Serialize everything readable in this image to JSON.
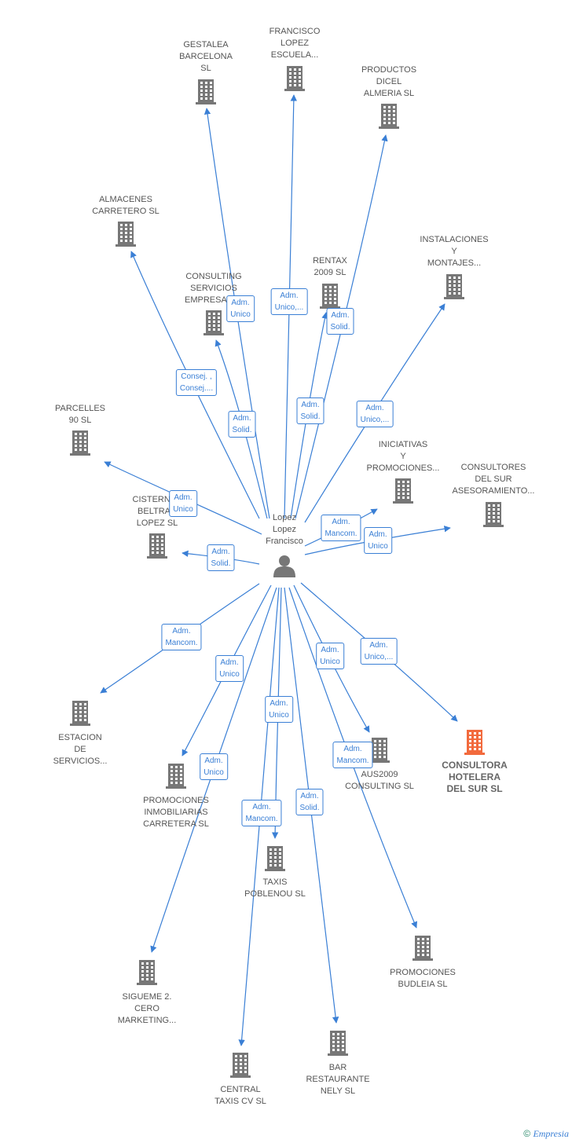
{
  "person": {
    "name": "Lopez\nLopez\nFrancisco"
  },
  "companies": [
    {
      "id": "gestalea",
      "label": "GESTALEA\nBARCELONA\nSL"
    },
    {
      "id": "francisco",
      "label": "FRANCISCO\nLOPEZ\nESCUELA..."
    },
    {
      "id": "productos",
      "label": "PRODUCTOS\nDICEL\nALMERIA  SL"
    },
    {
      "id": "almacenes",
      "label": "ALMACENES\nCARRETERO SL"
    },
    {
      "id": "consulting",
      "label": "CONSULTING\nSERVICIOS\nEMPRESARI..."
    },
    {
      "id": "rentax",
      "label": "RENTAX\n2009 SL"
    },
    {
      "id": "instalaciones",
      "label": "INSTALACIONES\nY\nMONTAJES..."
    },
    {
      "id": "parcelles",
      "label": "PARCELLES\n90  SL"
    },
    {
      "id": "iniciativas",
      "label": "INICIATIVAS\nY\nPROMOCIONES..."
    },
    {
      "id": "consultores",
      "label": "CONSULTORES\nDEL SUR\nASESORAMIENTO..."
    },
    {
      "id": "cisternas",
      "label": "CISTERNAS\nBELTRAN\nLOPEZ  SL"
    },
    {
      "id": "estacion",
      "label": "ESTACION\nDE\nSERVICIOS..."
    },
    {
      "id": "promo_inmo",
      "label": "PROMOCIONES\nINMOBILIARIAS\nCARRETERA SL"
    },
    {
      "id": "aus",
      "label": "AUS2009\nCONSULTING SL"
    },
    {
      "id": "hotelera",
      "label": "CONSULTORA\nHOTELERA\nDEL SUR  SL",
      "highlight": true
    },
    {
      "id": "taxis_pob",
      "label": "TAXIS\nPOBLENOU  SL"
    },
    {
      "id": "sigueme",
      "label": "SIGUEME 2.\nCERO\nMARKETING..."
    },
    {
      "id": "budleia",
      "label": "PROMOCIONES\nBUDLEIA SL"
    },
    {
      "id": "central",
      "label": "CENTRAL\nTAXIS CV  SL"
    },
    {
      "id": "bar",
      "label": "BAR\nRESTAURANTE\nNELY SL"
    }
  ],
  "relations": [
    {
      "target": "gestalea",
      "label": "Adm.\nUnico"
    },
    {
      "target": "francisco",
      "label": "Adm.\nUnico,..."
    },
    {
      "target": "productos",
      "label": "Adm.\nSolid."
    },
    {
      "target": "almacenes",
      "label": "Consej. ,\nConsej...."
    },
    {
      "target": "consulting",
      "label": "Adm.\nSolid."
    },
    {
      "target": "rentax",
      "label": "Adm.\nSolid."
    },
    {
      "target": "instalaciones",
      "label": "Adm.\nUnico,..."
    },
    {
      "target": "parcelles",
      "label": "Adm.\nUnico"
    },
    {
      "target": "iniciativas",
      "label": "Adm.\nMancom."
    },
    {
      "target": "consultores",
      "label": "Adm.\nUnico"
    },
    {
      "target": "cisternas",
      "label": "Adm.\nSolid."
    },
    {
      "target": "estacion",
      "label": "Adm.\nMancom."
    },
    {
      "target": "promo_inmo",
      "label": "Adm.\nUnico"
    },
    {
      "target": "aus",
      "label": "Adm.\nUnico"
    },
    {
      "target": "hotelera",
      "label": "Adm.\nUnico,..."
    },
    {
      "target": "taxis_pob",
      "label": "Adm.\nUnico"
    },
    {
      "target": "sigueme",
      "label": "Adm.\nUnico"
    },
    {
      "target": "budleia",
      "label": "Adm.\nMancom."
    },
    {
      "target": "central",
      "label": "Adm.\nMancom."
    },
    {
      "target": "bar",
      "label": "Adm.\nSolid."
    }
  ],
  "colors": {
    "edge": "#3a7fd5",
    "building": "#777777",
    "highlight": "#f26a3d"
  },
  "footer": {
    "copyright": "©",
    "brand": "Empresia"
  }
}
